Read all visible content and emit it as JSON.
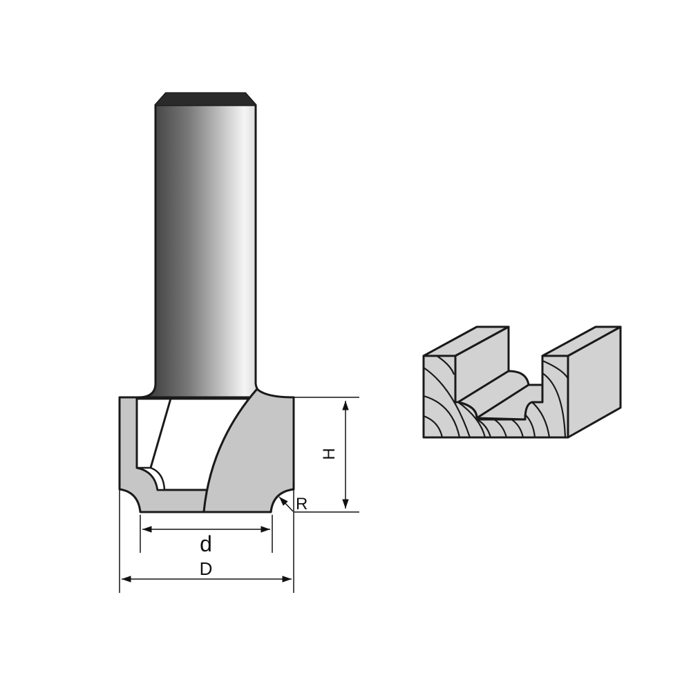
{
  "labels": {
    "height": "H",
    "radius": "R",
    "cut_diameter": "d",
    "overall_diameter": "D"
  },
  "colors": {
    "outline": "#1a1a1a",
    "cutter_fill": "#c6c6c6",
    "wood_fill": "#d2d2d2",
    "shank_dark": "#3a3a3a",
    "shank_light": "#f4f4f4"
  }
}
